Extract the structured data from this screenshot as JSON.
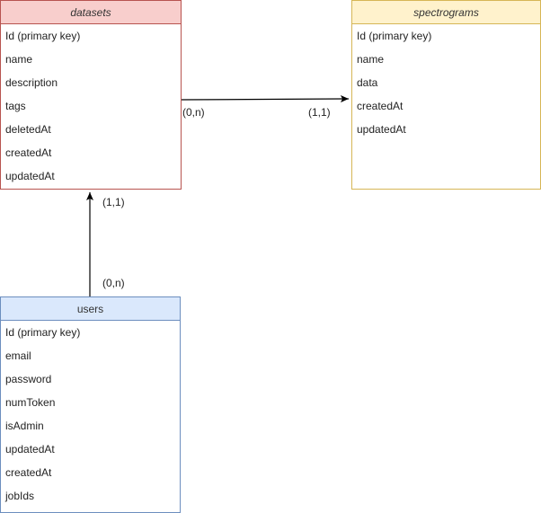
{
  "entities": {
    "datasets": {
      "title": "datasets",
      "fields": [
        "Id (primary key)",
        "name",
        "description",
        "tags",
        "deletedAt",
        "createdAt",
        "updatedAt"
      ]
    },
    "spectrograms": {
      "title": "spectrograms",
      "fields": [
        "Id (primary key)",
        "name",
        "data",
        "createdAt",
        "updatedAt"
      ]
    },
    "users": {
      "title": "users",
      "fields": [
        "Id (primary key)",
        "email",
        "password",
        "numToken",
        "isAdmin",
        "updatedAt",
        "createdAt",
        "jobIds"
      ]
    }
  },
  "relations": {
    "datasets_spectrograms": {
      "source_card": "(0,n)",
      "target_card": "(1,1)"
    },
    "users_datasets": {
      "source_card": "(0,n)",
      "target_card": "(1,1)"
    }
  },
  "colors": {
    "datasets_fill": "#f8cecc",
    "datasets_stroke": "#b85450",
    "spectrograms_fill": "#fff2cc",
    "spectrograms_stroke": "#d6b656",
    "users_fill": "#dae8fc",
    "users_stroke": "#6c8ebf",
    "edge": "#000000"
  }
}
